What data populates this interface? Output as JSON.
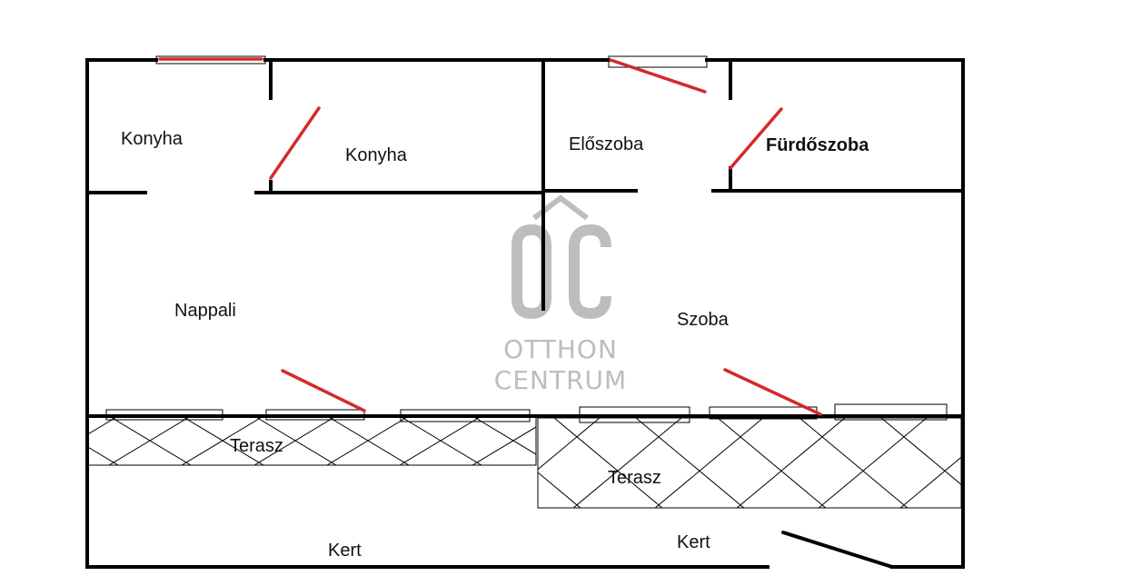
{
  "rooms": {
    "kitchen_left": "Konyha",
    "kitchen_right": "Konyha",
    "hall": "Előszoba",
    "bathroom": "Fürdőszoba",
    "living": "Nappali",
    "bedroom": "Szoba",
    "terrace_left": "Terasz",
    "terrace_right": "Terasz",
    "garden_left": "Kert",
    "garden_right": "Kert"
  },
  "logo": {
    "monogram": "ÔC",
    "line1": "OTTHON",
    "line2": "CENTRUM"
  },
  "colors": {
    "wall": "#000000",
    "door": "#d42a2a",
    "logo": "#bdbdbd"
  }
}
